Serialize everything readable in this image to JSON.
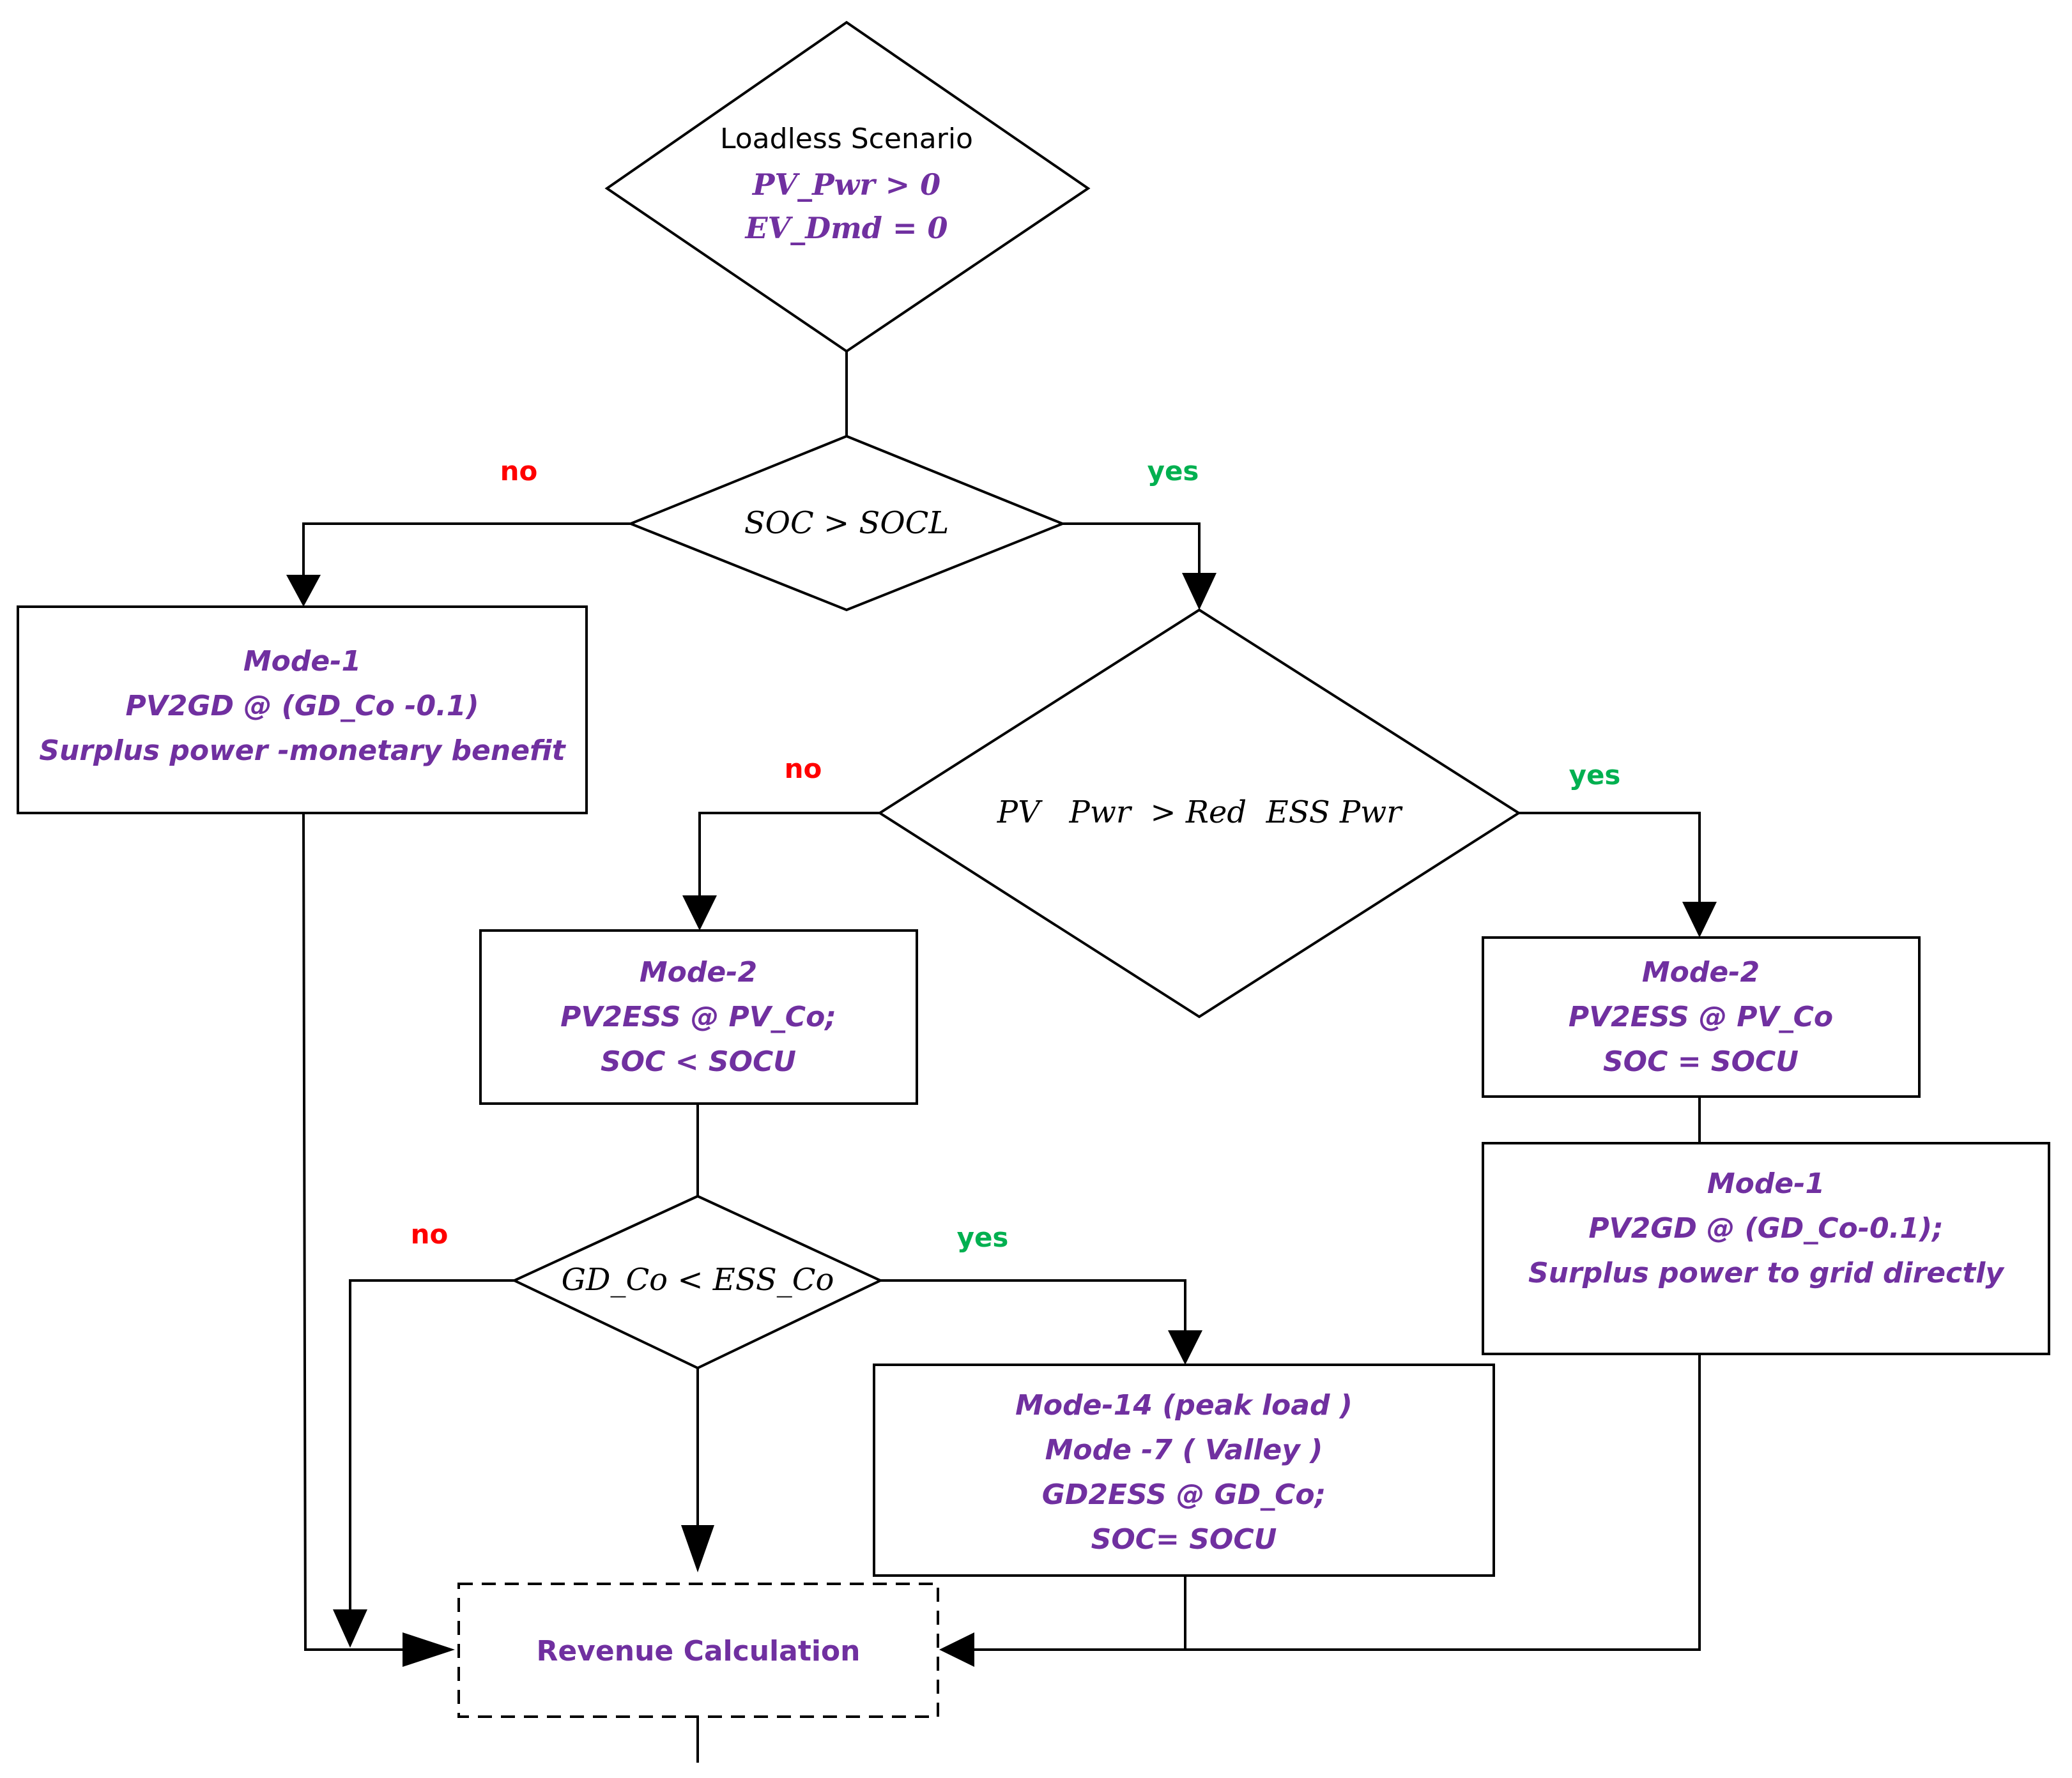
{
  "start": {
    "title": "Loadless Scenario",
    "condition1": "PV_Pwr > 0",
    "condition2": "EV_Dmd = 0"
  },
  "decision_soc": {
    "text": "SOC > SOCL"
  },
  "decision_pv": {
    "text": "PV   Pwr  > Red  ESS Pwr"
  },
  "decision_gd": {
    "text": "GD_Co < ESS_Co"
  },
  "box_mode1_left": {
    "line1": "Mode-1",
    "line2": "PV2GD @ (GD_Co -0.1)",
    "line3": "Surplus power -monetary benefit"
  },
  "box_mode2_mid": {
    "line1": "Mode-2",
    "line2": "PV2ESS @ PV_Co;",
    "line3": "SOC < SOCU"
  },
  "box_mode2_right": {
    "line1": "Mode-2",
    "line2": "PV2ESS @ PV_Co",
    "line3": "SOC = SOCU"
  },
  "box_mode1_right": {
    "line1": "Mode-1",
    "line2": "PV2GD @ (GD_Co-0.1);",
    "line3": "Surplus power to grid directly"
  },
  "box_mode14": {
    "line1": "Mode-14 (peak load )",
    "line2": "Mode -7 ( Valley )",
    "line3": "GD2ESS @ GD_Co;",
    "line4": "SOC= SOCU"
  },
  "revenue": {
    "text": "Revenue Calculation"
  },
  "labels": {
    "no": "no",
    "yes": "yes"
  },
  "colors": {
    "purple": "#7030a0",
    "no_red": "#ff0000",
    "yes_green": "#00b050"
  }
}
